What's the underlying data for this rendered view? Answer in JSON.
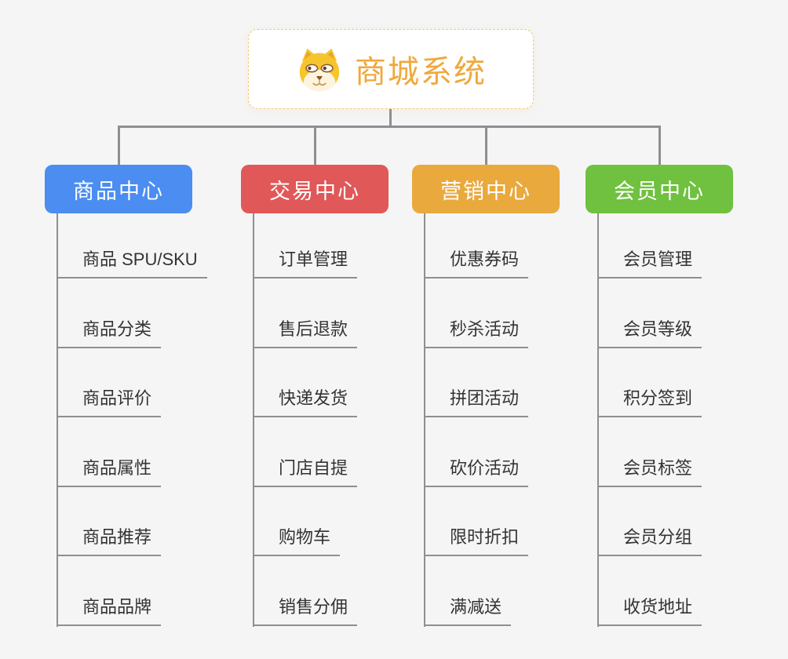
{
  "page": {
    "background_color": "#f5f5f5",
    "connector_color": "#8f8f8f"
  },
  "root": {
    "title": "商城系统",
    "icon": "dog-face-icon",
    "title_color": "#f0a83c",
    "border_color": "#f3c878"
  },
  "branches": [
    {
      "id": "product-center",
      "label": "商品中心",
      "color": "#4b8df0",
      "items": [
        "商品 SPU/SKU",
        "商品分类",
        "商品评价",
        "商品属性",
        "商品推荐",
        "商品品牌"
      ]
    },
    {
      "id": "trade-center",
      "label": "交易中心",
      "color": "#e05858",
      "items": [
        "订单管理",
        "售后退款",
        "快递发货",
        "门店自提",
        "购物车",
        "销售分佣"
      ]
    },
    {
      "id": "marketing-center",
      "label": "营销中心",
      "color": "#e9a93d",
      "items": [
        "优惠券码",
        "秒杀活动",
        "拼团活动",
        "砍价活动",
        "限时折扣",
        "满减送"
      ]
    },
    {
      "id": "member-center",
      "label": "会员中心",
      "color": "#6fc13f",
      "items": [
        "会员管理",
        "会员等级",
        "积分签到",
        "会员标签",
        "会员分组",
        "收货地址"
      ]
    }
  ]
}
